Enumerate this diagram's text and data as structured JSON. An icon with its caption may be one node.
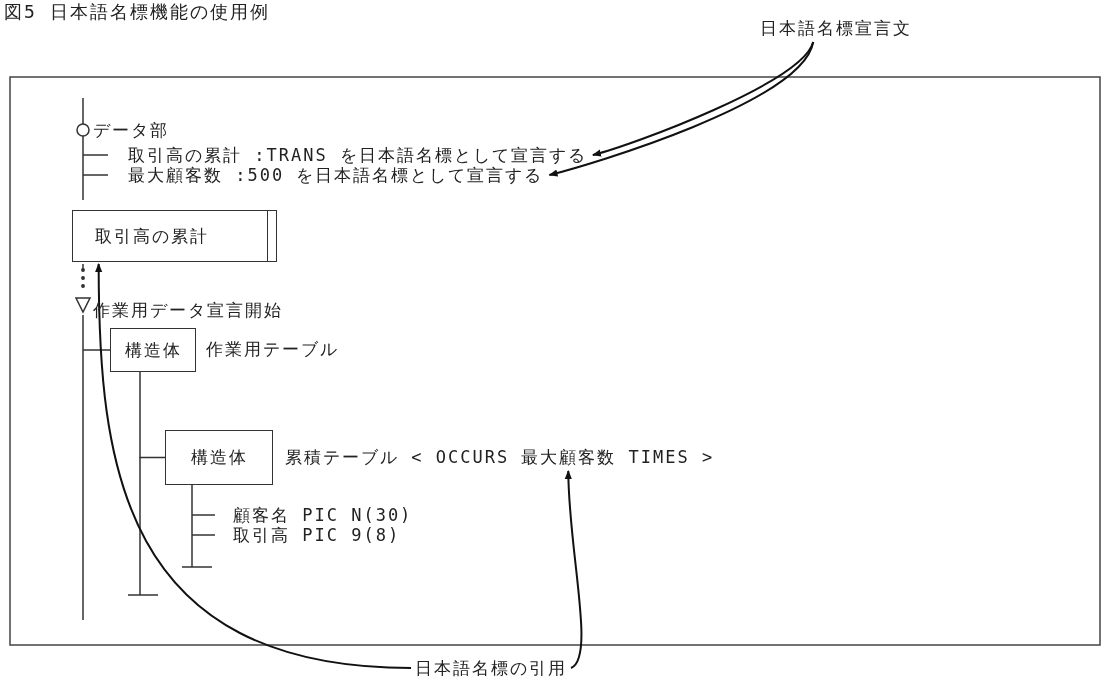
{
  "diagram": {
    "title": "図5 日本語名標機能の使用例",
    "nodes": [
      {
        "text": [
          "日本語名標宣言文"
        ]
      },
      {
        "text": [
          "取引高の累計 :TRANS を日本語名標として宣言する"
        ]
      },
      {
        "text": [
          "最大顧客数 :500 を日本語名標として宣言する"
        ]
      },
      {
        "text": [
          "取引高の累計"
        ]
      },
      {
        "text": [
          "構造体"
        ],
        "beside": [
          "作業用テーブル"
        ]
      },
      {
        "text": [
          "構造体"
        ]
      },
      {
        "text": [
          "累積テーブル < OCCURS 最大顧客数 TIMES >"
        ]
      },
      {
        "text": [
          "日本語名標の引用"
        ]
      }
    ],
    "edges": [
      {
        "from": 0,
        "to": 1,
        "arrow": "to"
      },
      {
        "from": 0,
        "to": 2,
        "arrow": "to"
      },
      {
        "from": 7,
        "to": 3,
        "arrow": "to"
      },
      {
        "from": 7,
        "to": 6,
        "arrow": "to"
      },
      {
        "from": 4,
        "to": 5,
        "arrow": "none"
      }
    ],
    "labels": [
      "データ部",
      "作業用データ宣言開始",
      "顧客名 PIC N(30)",
      "取引高 PIC 9(8)"
    ]
  }
}
